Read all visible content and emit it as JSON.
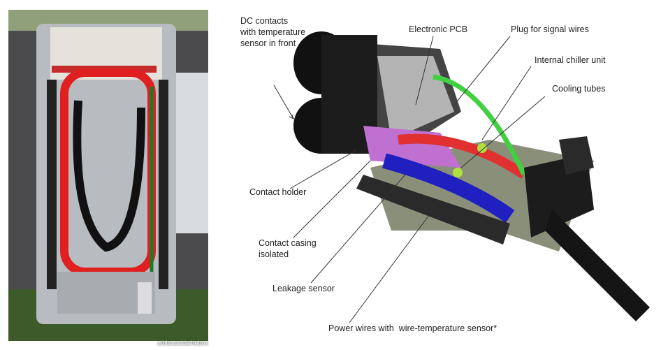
{
  "photo": {
    "watermark": "u/bitoutsidethebox"
  },
  "labels": {
    "dc_contacts": [
      "DC contacts",
      "with temperature",
      "sensor in front"
    ],
    "electronic_pcb": "Electronic PCB",
    "plug_signal": "Plug for signal wires",
    "chiller": "Internal chiller unit",
    "cooling_tubes": "Cooling tubes",
    "contact_holder": "Contact holder",
    "contact_casing": [
      "Contact casing",
      "isolated"
    ],
    "leakage_sensor": "Leakage sensor",
    "power_wires": "Power wires with  wire-temperature sensor*"
  }
}
